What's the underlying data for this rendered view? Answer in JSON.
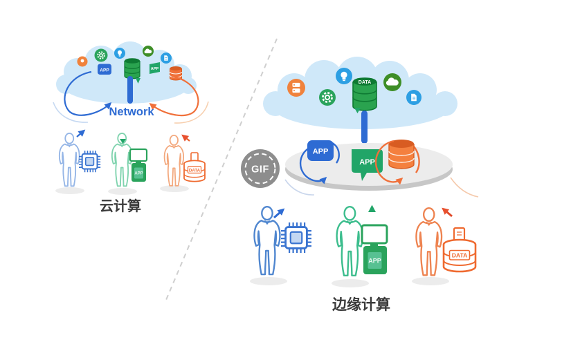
{
  "badge": {
    "gif_label": "GIF"
  },
  "labels": {
    "network": "Network",
    "app": "APP",
    "data": "DATA"
  },
  "left_section": {
    "title": "云计算",
    "cloud_icon_names": [
      "orange-dot-icon",
      "gear-icon",
      "app-badge",
      "lightbulb-icon",
      "database-icon",
      "cloud-icon",
      "app-flag-icon",
      "document-icon",
      "orange-database-icon"
    ],
    "figure_names": [
      "user-with-chip",
      "user-with-app-terminal",
      "user-with-data-drum"
    ]
  },
  "right_section": {
    "title": "边缘计算",
    "cloud_icon_names": [
      "storage-server-icon",
      "gear-icon",
      "lightbulb-icon",
      "data-database-icon",
      "cloud-icon",
      "document-icon"
    ],
    "platform_item_names": [
      "app-box-blue",
      "app-flag-green",
      "orange-database"
    ],
    "figure_names": [
      "user-with-chip",
      "user-with-app-terminal",
      "user-with-data-drum"
    ]
  },
  "colors": {
    "blue": "#2e6bd3",
    "sky_blue": "#2d9fe3",
    "green": "#21a568",
    "dark_green": "#3e8e27",
    "orange": "#f0823c",
    "red_orange": "#e8502e",
    "cloud_fill": "#cfe8f9",
    "platform_gray": "#ececec",
    "badge_gray": "#8d8d8d",
    "text_dark": "#3a3a3a"
  }
}
